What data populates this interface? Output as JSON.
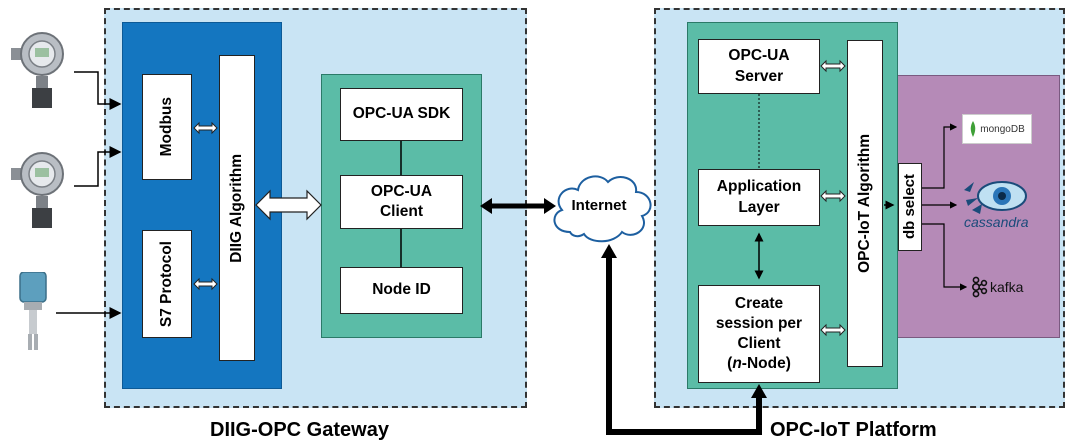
{
  "gateway": {
    "caption": "DIIG-OPC Gateway",
    "modbus": "Modbus",
    "s7": "S7 Protocol",
    "algorithm": "DIIG Algorithm",
    "sdk": "OPC-UA SDK",
    "client_line1": "OPC-UA",
    "client_line2": "Client",
    "node_id": "Node ID"
  },
  "internet": "Internet",
  "platform": {
    "caption": "OPC-IoT Platform",
    "server_line1": "OPC-UA",
    "server_line2": "Server",
    "app_line1": "Application",
    "app_line2": "Layer",
    "session_line1": "Create",
    "session_line2": "session per",
    "session_line3": "Client",
    "session_line4_italic": "n",
    "session_line4_rest": "-Node)",
    "session_line4_open": "(",
    "algorithm": "OPC-IoT Algorithm",
    "db_select": "db select"
  },
  "databases": {
    "mongodb": "mongoDB",
    "cassandra": "cassandra",
    "kafka": "kafka"
  },
  "colors": {
    "panel": "#c9e4f4",
    "gateway_block": "#1476c0",
    "teal": "#5bbca7",
    "db_block": "#b58ab7"
  }
}
